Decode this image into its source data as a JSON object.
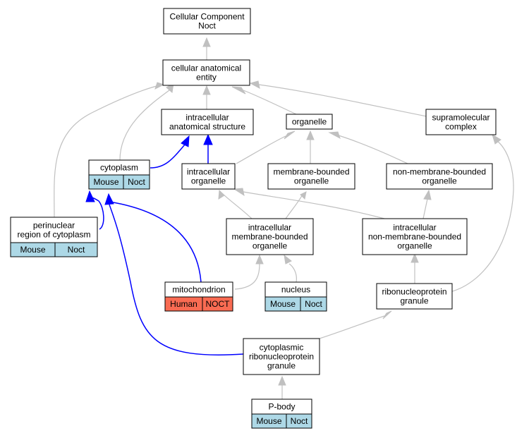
{
  "colors": {
    "edge_gray": "#c0c0c0",
    "edge_blue": "#0000ff",
    "mouse": "#add8e6",
    "human": "#f96b52",
    "border": "#000000"
  },
  "nodes": {
    "root": [
      "Cellular Component",
      "Noct"
    ],
    "cae": [
      "cellular anatomical",
      "entity"
    ],
    "ias": [
      "intracellular",
      "anatomical structure"
    ],
    "organelle": [
      "organelle"
    ],
    "supra": [
      "supramolecular",
      "complex"
    ],
    "cyto": [
      "cytoplasm"
    ],
    "io": [
      "intracellular",
      "organelle"
    ],
    "mbo": [
      "membrane-bounded",
      "organelle"
    ],
    "nmbo": [
      "non-membrane-bounded",
      "organelle"
    ],
    "peri": [
      "perinuclear",
      "region of cytoplasm"
    ],
    "imbo": [
      "intracellular",
      "membrane-bounded",
      "organelle"
    ],
    "inmbo": [
      "intracellular",
      "non-membrane-bounded",
      "organelle"
    ],
    "mito": [
      "mitochondrion"
    ],
    "nucleus": [
      "nucleus"
    ],
    "rnp": [
      "ribonucleoprotein",
      "granule"
    ],
    "crnp": [
      "cytoplasmic",
      "ribonucleoprotein",
      "granule"
    ],
    "pbody": [
      "P-body"
    ]
  },
  "annotations": {
    "cyto": [
      "Mouse",
      "Noct"
    ],
    "peri": [
      "Mouse",
      "Noct"
    ],
    "mito": [
      "Human",
      "NOCT"
    ],
    "nucleus": [
      "Mouse",
      "Noct"
    ],
    "pbody": [
      "Mouse",
      "Noct"
    ]
  }
}
